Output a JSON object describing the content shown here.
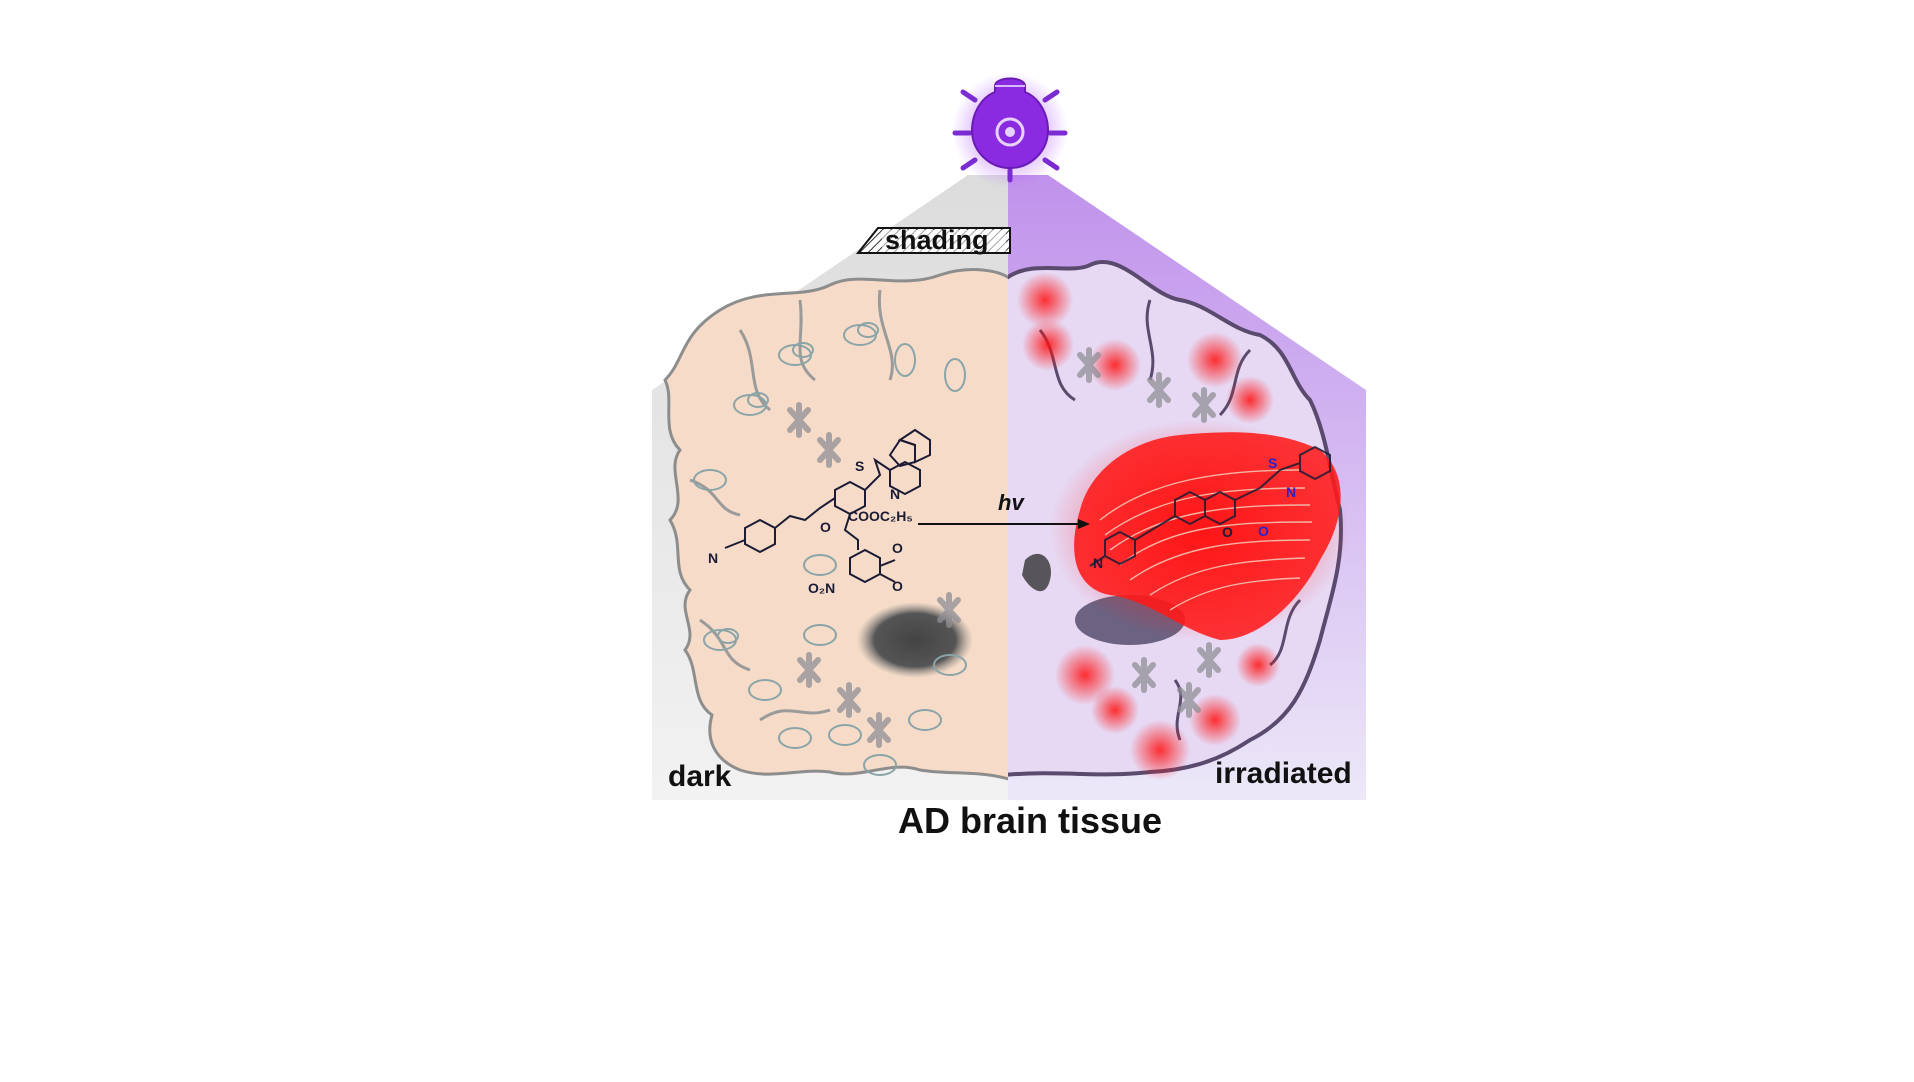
{
  "labels": {
    "shading": "shading",
    "hv": "hv",
    "dark": "dark",
    "irradiated": "irradiated",
    "caption": "AD brain tissue"
  },
  "chem_labels": {
    "s_left": "S",
    "n_left": "N",
    "ester": "COOC₂H₅",
    "o_ether": "O",
    "amine_n": "N",
    "nitro": "O₂N",
    "ome1": "O",
    "ome2": "O",
    "s_right": "S",
    "n_right": "N",
    "o_ring": "O",
    "o_carbonyl": "O",
    "amine_n_right": "N"
  },
  "colors": {
    "uv_light": "#8a2be2",
    "light_beam": "#c9a3f0",
    "dark_side": "#e8e8e8",
    "tissue": "#f6dcc8",
    "fluorescence": "#ff1a1a",
    "structure_ink": "#1b1b35"
  },
  "icons": [
    "uv-lamp-icon",
    "hatch-shading-icon",
    "reaction-arrow-icon"
  ]
}
